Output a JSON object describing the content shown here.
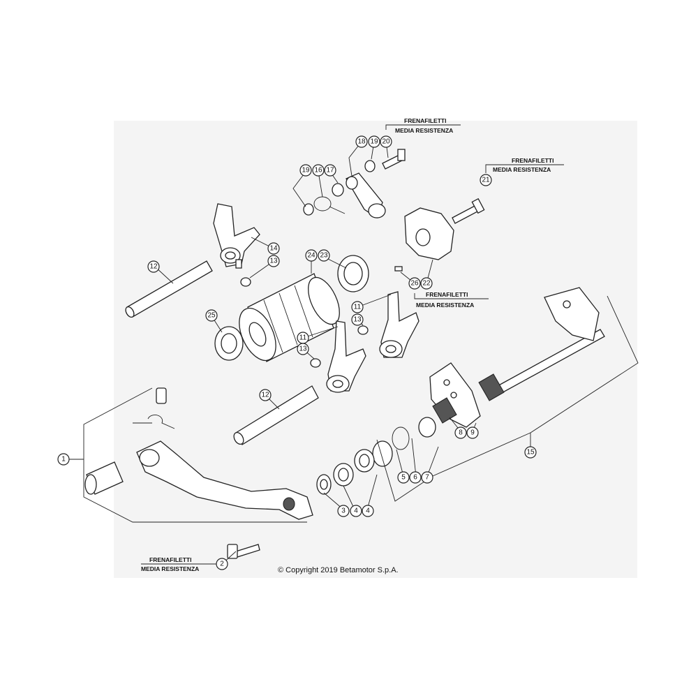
{
  "notes": [
    {
      "id": "note-20",
      "line1": "FRENAFILETTI",
      "line2": "MEDIA RESISTENZA"
    },
    {
      "id": "note-21",
      "line1": "FRENAFILETTI",
      "line2": "MEDIA RESISTENZA"
    },
    {
      "id": "note-22",
      "line1": "FRENAFILETTI",
      "line2": "MEDIA RESISTENZA"
    },
    {
      "id": "note-2",
      "line1": "FRENAFILETTI",
      "line2": "MEDIA RESISTENZA"
    }
  ],
  "callouts": [
    "1",
    "2",
    "3",
    "4",
    "4",
    "5",
    "6",
    "7",
    "8",
    "9",
    "11",
    "11",
    "12",
    "12",
    "13",
    "13",
    "13",
    "14",
    "15",
    "16",
    "17",
    "18",
    "19",
    "19",
    "20",
    "21",
    "22",
    "23",
    "24",
    "25",
    "26"
  ],
  "copyright": "© Copyright 2019 Betamotor S.p.A."
}
